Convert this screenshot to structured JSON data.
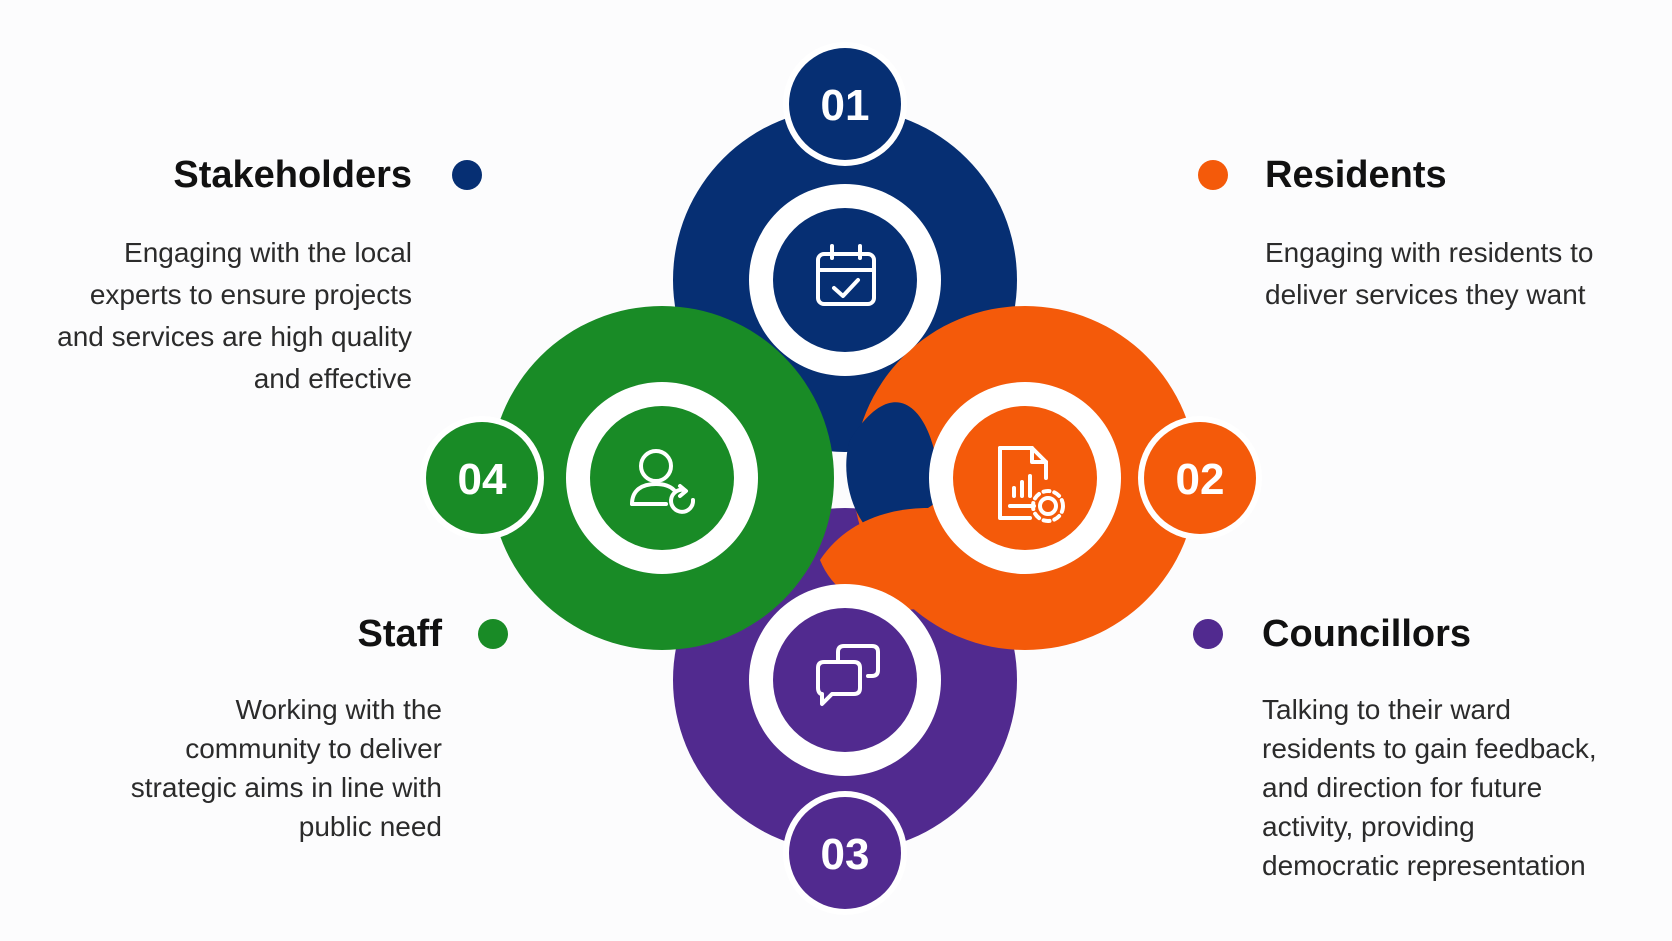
{
  "colors": {
    "navy": "#062f73",
    "orange": "#f45a0a",
    "purple": "#512a8f",
    "green": "#198b26",
    "white": "#ffffff"
  },
  "segments": [
    {
      "number": "01",
      "icon": "calendar-check-icon",
      "color": "#062f73"
    },
    {
      "number": "02",
      "icon": "report-settings-icon",
      "color": "#f45a0a"
    },
    {
      "number": "03",
      "icon": "chat-bubbles-icon",
      "color": "#512a8f"
    },
    {
      "number": "04",
      "icon": "user-refresh-icon",
      "color": "#198b26"
    }
  ],
  "stakeholders": {
    "title": "Stakeholders",
    "lines": [
      "Engaging with the local",
      "experts to ensure projects",
      "and services are high quality",
      "and effective"
    ],
    "color": "#062f73"
  },
  "residents": {
    "title": "Residents",
    "lines": [
      "Engaging with residents to",
      "deliver services they want"
    ],
    "color": "#f45a0a"
  },
  "staff": {
    "title": "Staff",
    "lines": [
      "Working with the",
      "community to deliver",
      "strategic aims in line with",
      "public need"
    ],
    "color": "#198b26"
  },
  "councillors": {
    "title": "Councillors",
    "lines": [
      "Talking to their ward",
      "residents to gain feedback,",
      "and direction for future",
      "activity, providing",
      "democratic representation"
    ],
    "color": "#512a8f"
  }
}
